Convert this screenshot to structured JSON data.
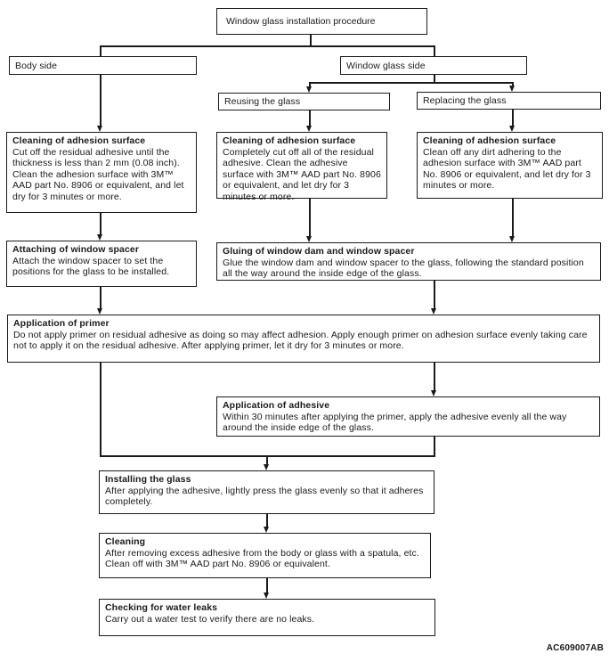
{
  "page": {
    "code_label": "AC609007AB",
    "colors": {
      "background": "#ffffff",
      "line": "#1a1a1a",
      "text": "#1a1a1a"
    }
  },
  "flowchart": {
    "title": "Window glass installation procedure",
    "labels": {
      "body_side": "Body side",
      "window_glass_side": "Window glass side",
      "reusing": "Reusing the glass",
      "replacing": "Replacing  the glass"
    },
    "steps": {
      "clean_body": {
        "heading": "Cleaning of adhesion surface",
        "text": "Cut off the residual adhesive until the thickness is less than 2 mm (0.08 inch). Clean the adhesion surface with 3M™ AAD part No. 8906 or equivalent, and let dry for 3 minutes or more."
      },
      "clean_reuse": {
        "heading": "Cleaning of adhesion surface",
        "text": "Completely cut off all of the residual adhesive. Clean the adhesive surface with 3M™ AAD part No. 8906 or equivalent, and let dry for 3 minutes or more."
      },
      "clean_replace": {
        "heading": "Cleaning of adhesion surface",
        "text": "Clean off any dirt adhering to the adhesion surface with 3M™ AAD part No. 8906 or equivalent, and let dry for 3 minutes or more."
      },
      "attach_spacer": {
        "heading": "Attaching of window spacer",
        "text": "Attach the window spacer to set the positions for the glass to be installed."
      },
      "glue_dam": {
        "heading": "Gluing of window dam and window spacer",
        "text": "Glue the window dam and window spacer to the glass, following the standard position all the way around the inside edge of the glass."
      },
      "primer": {
        "heading": "Application of primer",
        "text": "Do not apply primer on residual adhesive as doing so may affect adhesion. Apply enough primer on adhesion surface evenly taking care not to apply it on the residual adhesive. After applying primer, let it dry for 3 minutes or more."
      },
      "adhesive": {
        "heading": "Application of adhesive",
        "text": "Within 30 minutes after applying the primer, apply the adhesive evenly all the way around the inside edge of the glass."
      },
      "install": {
        "heading": "Installing the glass",
        "text": "After applying the adhesive, lightly  press the glass evenly so that it adheres completely."
      },
      "cleaning": {
        "heading": "Cleaning",
        "text": "After removing excess adhesive from the body or glass with a spatula, etc. Clean off  with 3M™ AAD part No. 8906 or equivalent."
      },
      "leak_check": {
        "heading": "Checking for water  leaks",
        "text": "Carry out a water test to verify there are no leaks."
      }
    }
  }
}
